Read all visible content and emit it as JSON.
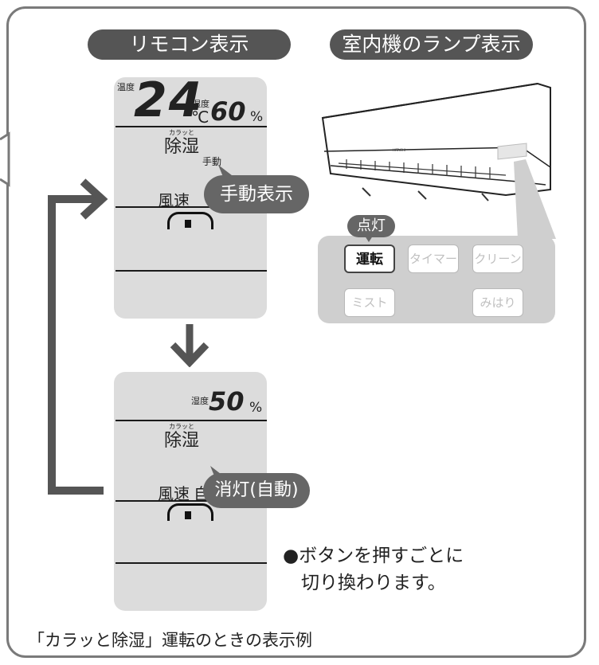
{
  "headers": {
    "remote": "リモコン表示",
    "indoor": "室内機のランプ表示"
  },
  "lcd_top": {
    "temp_label": "温度",
    "temp_value": "24",
    "temp_unit": "℃",
    "hum_label": "湿度",
    "hum_value": "60",
    "hum_unit": "%",
    "mode_ruby": "カラッと",
    "mode": "除湿",
    "manual_small": "手動",
    "fan_label": "風速",
    "bubble": "手動表示"
  },
  "lcd_bottom": {
    "hum_label": "湿度",
    "hum_value": "50",
    "hum_unit": "%",
    "mode_ruby": "カラッと",
    "mode": "除湿",
    "fan_label": "風速",
    "fan_trail": "自",
    "bubble": "消灯(自動)"
  },
  "lamps": {
    "lit_label": "点灯",
    "items": [
      "運転",
      "タイマー",
      "クリーン",
      "ミスト",
      "みはり"
    ]
  },
  "note": {
    "line1": "●ボタンを押すごとに",
    "line2": "切り換わります。"
  },
  "caption": "「カラッと除湿」運転のときの表示例",
  "colors": {
    "pill": "#555555",
    "lcd": "#dcdcdc",
    "panel": "#cfcfcf",
    "arrow": "#555555"
  }
}
